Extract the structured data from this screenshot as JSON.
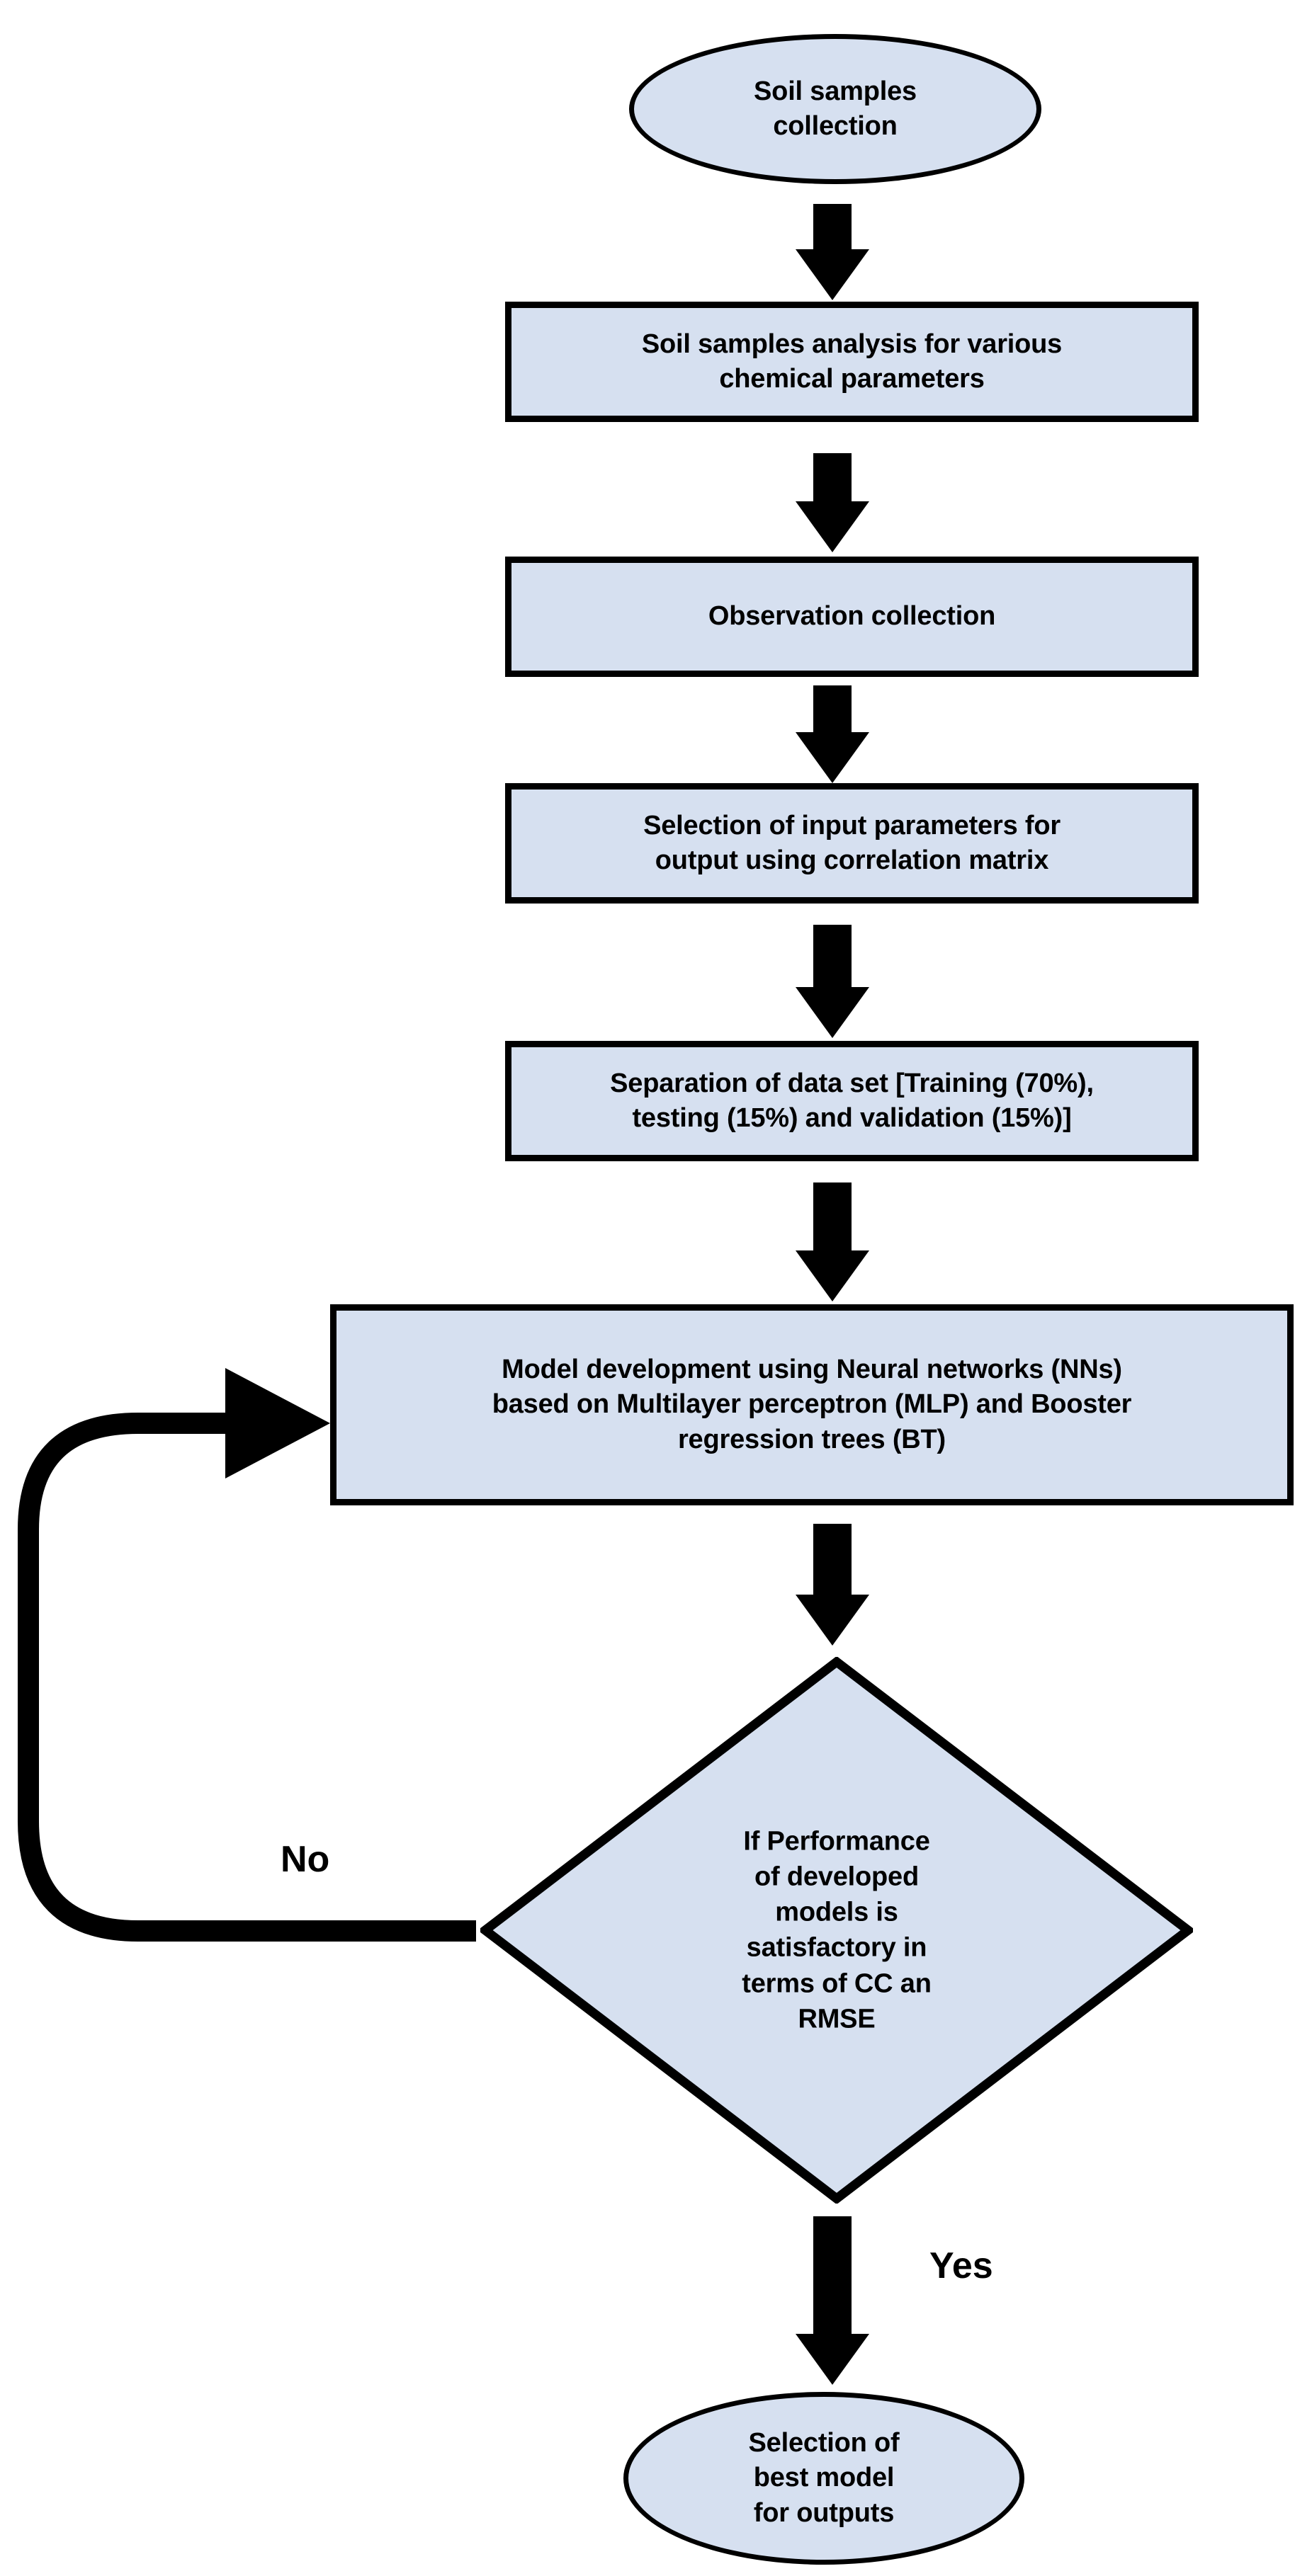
{
  "diagram": {
    "title": "Soil model development flowchart",
    "colors": {
      "node_fill": "#D6E0F0",
      "node_stroke": "#000000",
      "arrow": "#000000",
      "text": "#000000",
      "background": "#FFFFFF"
    },
    "nodes": [
      {
        "id": "start",
        "type": "terminator",
        "lines": [
          "Soil samples",
          "collection"
        ]
      },
      {
        "id": "analysis",
        "type": "process",
        "lines": [
          "Soil samples analysis for various",
          "chemical parameters"
        ]
      },
      {
        "id": "observation",
        "type": "process",
        "lines": [
          "Observation collection"
        ]
      },
      {
        "id": "selection",
        "type": "process",
        "lines": [
          "Selection of input parameters for",
          "output using correlation matrix"
        ]
      },
      {
        "id": "separation",
        "type": "process",
        "lines": [
          "Separation of data set [Training (70%),",
          "testing (15%) and validation (15%)]"
        ]
      },
      {
        "id": "model",
        "type": "process",
        "lines": [
          "Model development using Neural networks (NNs)",
          "based on Multilayer perceptron (MLP) and Booster",
          "regression trees (BT)"
        ]
      },
      {
        "id": "decision",
        "type": "decision",
        "lines": [
          "If Performance",
          "of developed",
          "models is",
          "satisfactory in",
          "terms of CC an",
          "RMSE"
        ]
      },
      {
        "id": "end",
        "type": "terminator",
        "lines": [
          "Selection of",
          "best model",
          "for outputs"
        ]
      }
    ],
    "edge_labels": {
      "no": "No",
      "yes": "Yes"
    }
  }
}
